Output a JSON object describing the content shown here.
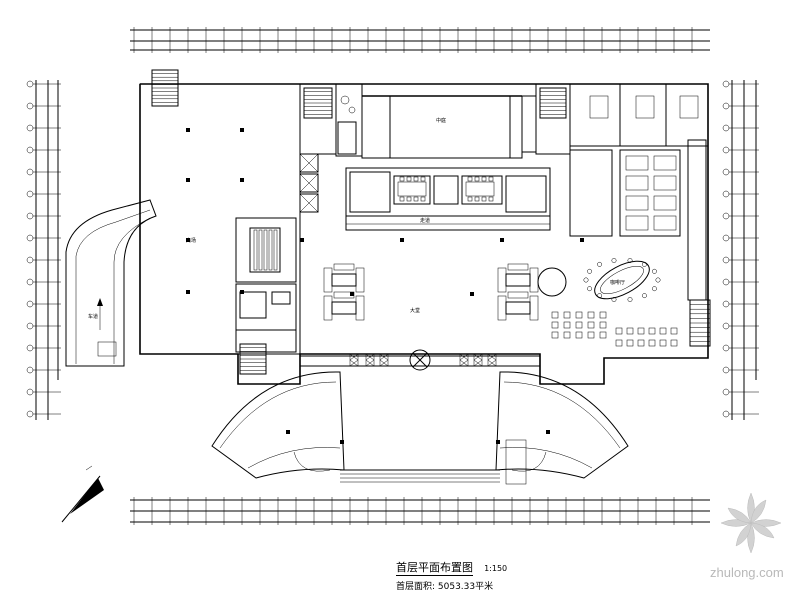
{
  "title": {
    "drawing_title": "首层平面布置图",
    "scale": "1:150",
    "subtitle": "首层面积: 5053.33平米"
  },
  "rooms": {
    "lobby": "大堂",
    "left_hall": "商场",
    "left_ramp": "车道",
    "center_top": "中庭",
    "corridor": "走道",
    "restaurant": "咖啡厅"
  },
  "watermark": {
    "text": "zhulong.com",
    "icon": "zhulong-flower-logo"
  },
  "north_arrow": {
    "icon": "north-arrow-icon"
  },
  "colors": {
    "lines": "#000000",
    "background": "#ffffff",
    "watermark": "#b9b9b9"
  }
}
